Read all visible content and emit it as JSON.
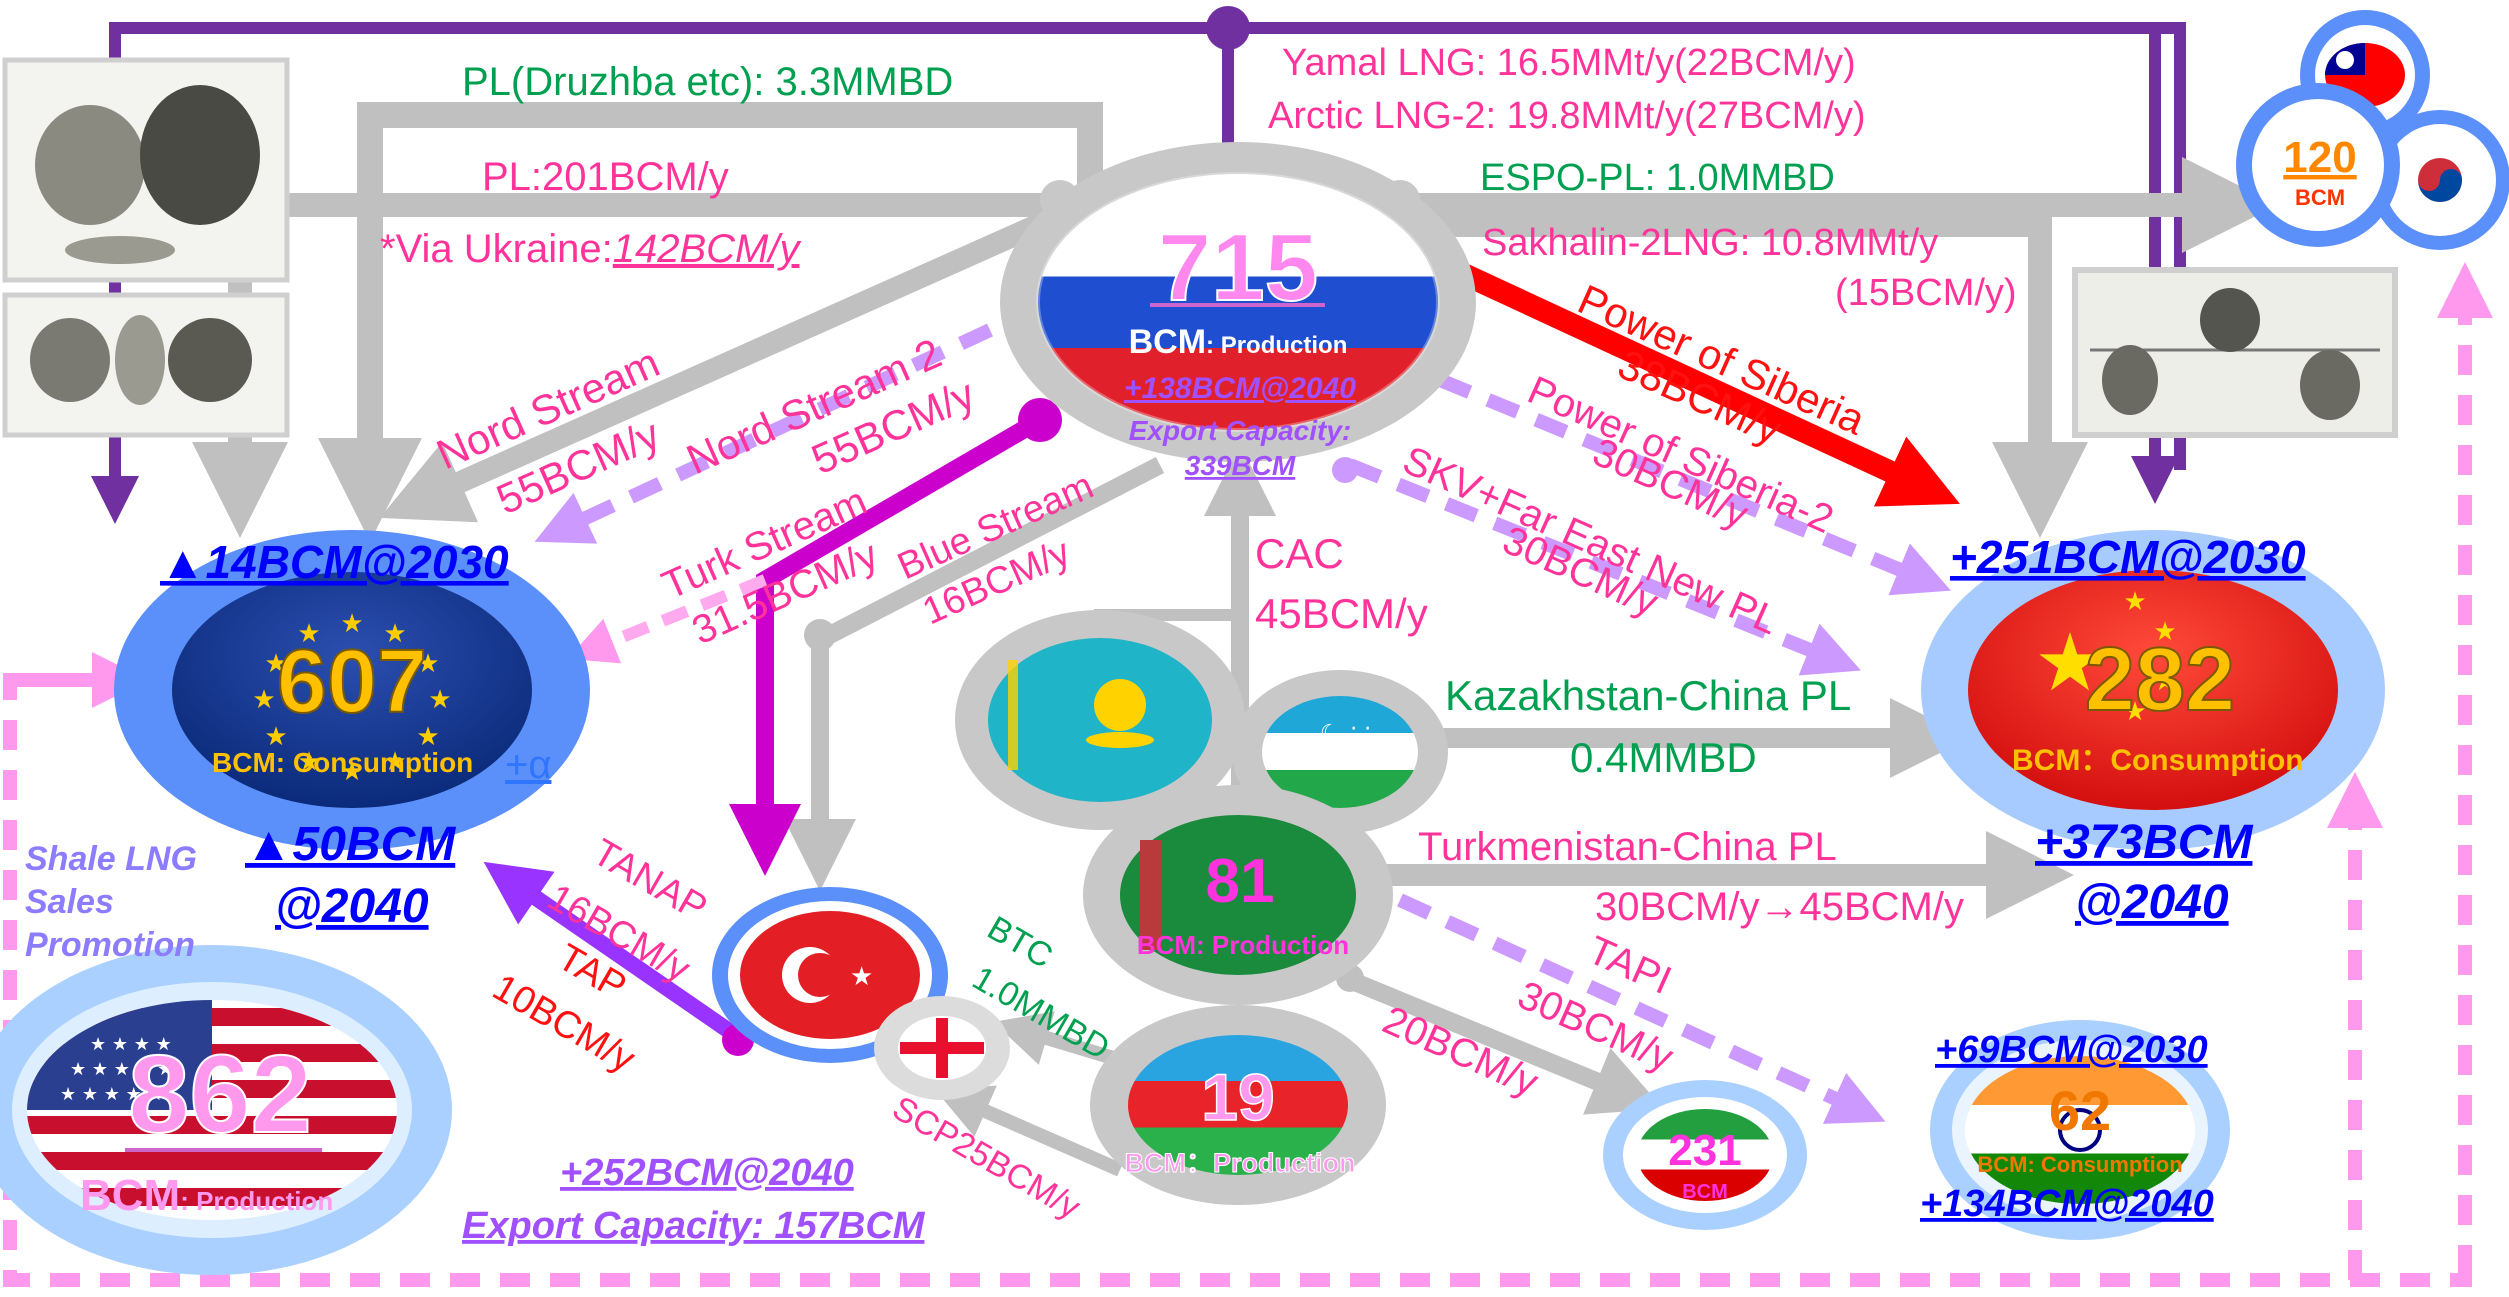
{
  "colors": {
    "gray_arrow": "#c0c0c0",
    "purple": "#7030a0",
    "magenta": "#cc00cc",
    "pink": "#ff66cc",
    "lavender": "#cc99ff",
    "red": "#ff0000",
    "green": "#00b050",
    "blue": "#0000ff",
    "eu_ring": "#5b8ff9",
    "china_ring": "#9dc3ff"
  },
  "russia": {
    "value": "715",
    "unit": "BCM",
    "unit_suffix": ": Production",
    "growth": "+138BCM@2040",
    "export_line1": "Export Capacity:",
    "export_line2": "339BCM"
  },
  "eu": {
    "value": "607",
    "unit_label": "BCM: Consumption",
    "plus_alpha": "+α",
    "delta_2030": "▲14BCM@2030",
    "delta_2040_line1": "▲50BCM",
    "delta_2040_line2": "@2040"
  },
  "china": {
    "value": "282",
    "unit_label": "BCM：Consumption",
    "delta_2030": "+251BCM@2030",
    "delta_2040_line1": "+373BCM",
    "delta_2040_line2": "@2040"
  },
  "usa": {
    "value": "862",
    "unit": "BCM",
    "unit_suffix": ": Production",
    "side_line1": "Shale LNG",
    "side_line2": "Sales",
    "side_line3": "Promotion",
    "growth": "+252BCM@2040",
    "export": "Export Capacity: 157BCM"
  },
  "turkmenistan": {
    "value": "81",
    "unit_label": "BCM: Production"
  },
  "azerbaijan": {
    "value": "19",
    "unit_label": "BCM：Production"
  },
  "iran": {
    "value": "231",
    "unit_label": "BCM"
  },
  "india": {
    "value": "62",
    "unit_label": "BCM: Consumption",
    "delta_2030": "+69BCM@2030",
    "delta_2040": "+134BCM@2040"
  },
  "japan_korea": {
    "value": "120",
    "unit_label": "BCM"
  },
  "routes": {
    "druzhba": "PL(Druzhba etc): 3.3MMBD",
    "pl": "PL:201BCM/y",
    "via_ukraine_prefix": "*Via Ukraine:",
    "via_ukraine_value": "142BCM/y",
    "yamal": "Yamal LNG: 16.5MMt/y(22BCM/y)",
    "arctic": "Arctic LNG-2: 19.8MMt/y(27BCM/y)",
    "espo": "ESPO-PL: 1.0MMBD",
    "sakhalin_line1": "Sakhalin-2LNG: 10.8MMt/y",
    "sakhalin_line2": "(15BCM/y)",
    "nord_stream_1": "Nord Stream",
    "nord_stream_2": "55BCM/y",
    "nord_stream2_1": "Nord Stream 2",
    "nord_stream2_2": "55BCM/y",
    "turk_stream_1": "Turk Stream",
    "turk_stream_2": "31.5BCM/y",
    "blue_stream_1": "Blue Stream",
    "blue_stream_2": "16BCM/y",
    "pos1_1": "Power of Siberia",
    "pos1_2": "38BCM/y",
    "pos2_1": "Power of Siberia-2",
    "pos2_2": "30BCM/y",
    "skv_1": "SKV+Far East New PL",
    "skv_2": "30BCM/y",
    "cac_1": "CAC",
    "cac_2": "45BCM/y",
    "kz_china_1": "Kazakhstan-China PL",
    "kz_china_2": "0.4MMBD",
    "tm_china_1": "Turkmenistan-China PL",
    "tm_china_2": "30BCM/y→45BCM/y",
    "tanap_1": "TANAP",
    "tanap_2": "16BCM/y",
    "tap_1": "TAP",
    "tap_2": "10BCM/y",
    "btc_1": "BTC",
    "btc_2": "1.0MMBD",
    "scp": "SCP25BCM/y",
    "tapi_1": "TAPI",
    "tapi_2": "30BCM/y",
    "iran_route": "20BCM/y"
  }
}
